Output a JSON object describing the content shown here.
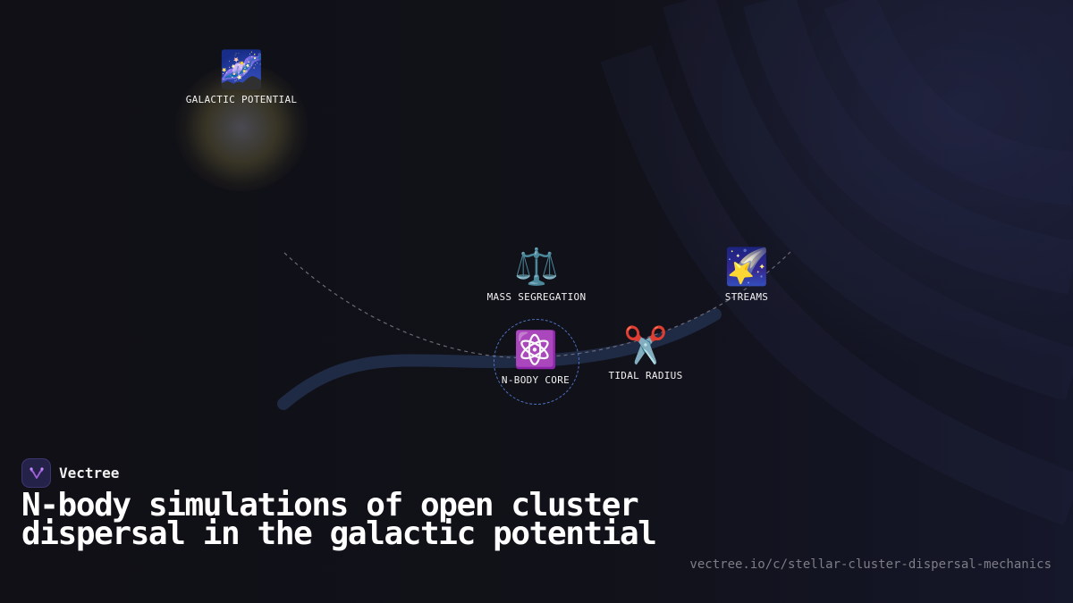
{
  "brand": {
    "name": "Vectree"
  },
  "title": "N-body simulations of open cluster dispersal in the galactic potential",
  "url": "vectree.io/c/stellar-cluster-dispersal-mechanics",
  "nodes": {
    "galactic_potential": {
      "icon": "🌌",
      "icon_name": "milky-way-icon",
      "label": "GALACTIC POTENTIAL"
    },
    "mass_segregation": {
      "icon": "⚖️",
      "icon_name": "balance-scale-icon",
      "label": "MASS SEGREGATION"
    },
    "streams": {
      "icon": "🌠",
      "icon_name": "shooting-star-icon",
      "label": "STREAMS"
    },
    "nbody_core": {
      "icon": "⚛️",
      "icon_name": "atom-icon",
      "label": "N-BODY CORE"
    },
    "tidal_radius": {
      "icon": "✂️",
      "icon_name": "scissors-icon",
      "label": "TIDAL RADIUS"
    }
  },
  "colors": {
    "background": "#111118",
    "path": "#1f2a44",
    "dashed_edge": "#6a6a78",
    "core_ring": "#4f74c4",
    "glow": "#8c8246",
    "logo_bg": "#25224a",
    "logo_mark": "#a05fd8",
    "url_text": "#7d7d86"
  }
}
